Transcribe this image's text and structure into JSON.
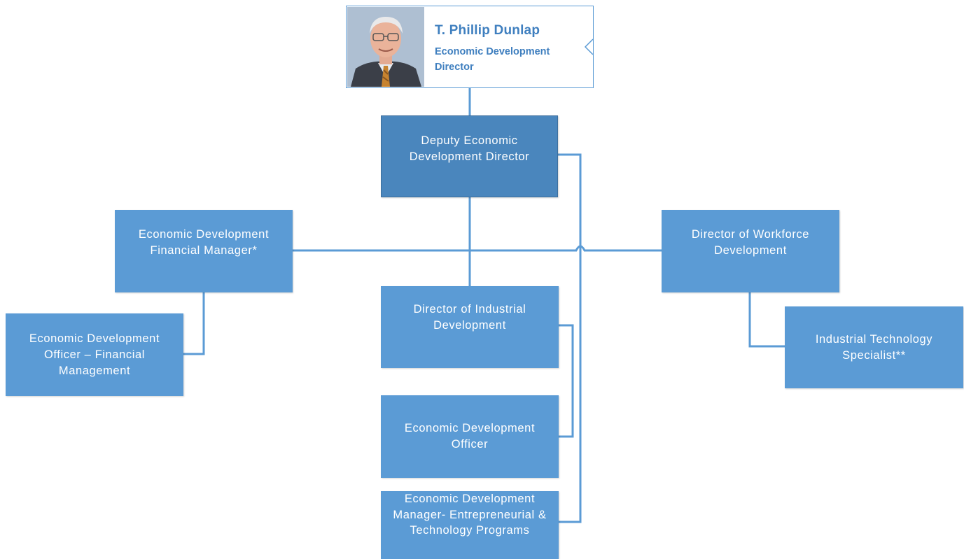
{
  "director": {
    "name": "T. Phillip Dunlap",
    "title": "Economic Development Director"
  },
  "nodes": {
    "deputy": "Deputy Economic Development Director",
    "financial_manager": "Economic Development Financial Manager*",
    "workforce_director": "Director of Workforce Development",
    "industrial_director": "Director of Industrial Development",
    "financial_officer": "Economic Development Officer – Financial Management",
    "industrial_tech_specialist": "Industrial Technology Specialist**",
    "ed_officer": "Economic Development Officer",
    "ed_manager": "Economic Development Manager- Entrepreneurial & Technology Programs"
  },
  "colors": {
    "node_fill": "#5b9bd5",
    "deputy_fill": "#4a86bd",
    "connector": "#5b9bd5",
    "director_text": "#3f7fbf"
  }
}
